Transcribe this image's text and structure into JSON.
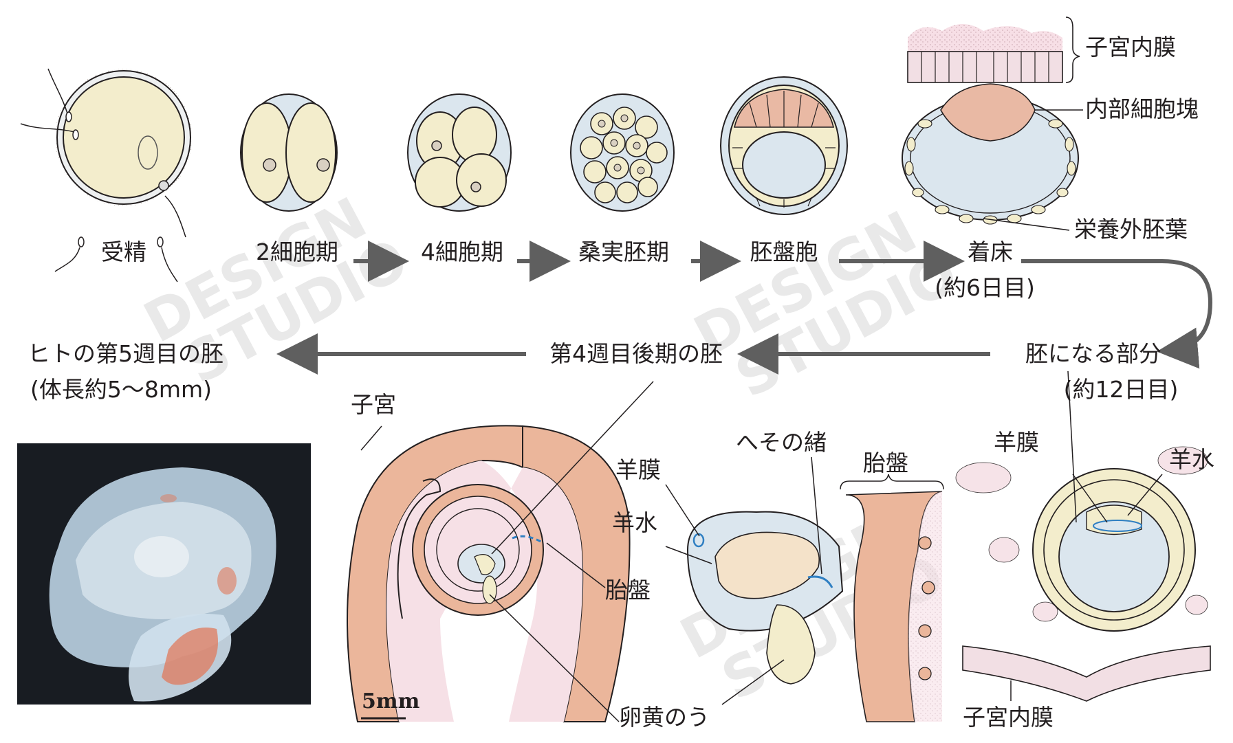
{
  "watermark": {
    "text_1": "DESIGN",
    "text_2": "STUDIO"
  },
  "stages": [
    {
      "label": "受精"
    },
    {
      "label": "2細胞期"
    },
    {
      "label": "4細胞期"
    },
    {
      "label": "桑実胚期"
    },
    {
      "label": "胚盤胞"
    },
    {
      "label": "着床",
      "sub": "(約6日目)"
    }
  ],
  "implantation": {
    "endometrium": "子宮内膜",
    "inner_cell_mass": "内部細胞塊",
    "trophectoderm": "栄養外胚葉"
  },
  "embryo_part": {
    "label": "胚になる部分",
    "sub": "(約12日目)"
  },
  "week4": {
    "label": "第4週目後期の胚"
  },
  "week5": {
    "label": "ヒトの第5週目の胚",
    "sub": "(体長約5〜8mm)"
  },
  "uterus_view": {
    "uterus": "子宮",
    "amnion": "羊膜",
    "amniotic_fluid": "羊水",
    "placenta": "胎盤",
    "umbilical_cord": "へその緒",
    "placenta_top": "胎盤",
    "yolk_sac": "卵黄のう",
    "scale": "5mm"
  },
  "day12_view": {
    "amnion": "羊膜",
    "amniotic_fluid": "羊水",
    "endometrium": "子宮内膜"
  },
  "colors": {
    "cell_fill": "#f3edcc",
    "zona": "#dbe6ee",
    "icm": "#e9b9a4",
    "uterus_wall": "#ebb69b",
    "arrow": "#5f5f5f",
    "highlight": "#2f7fc2"
  }
}
